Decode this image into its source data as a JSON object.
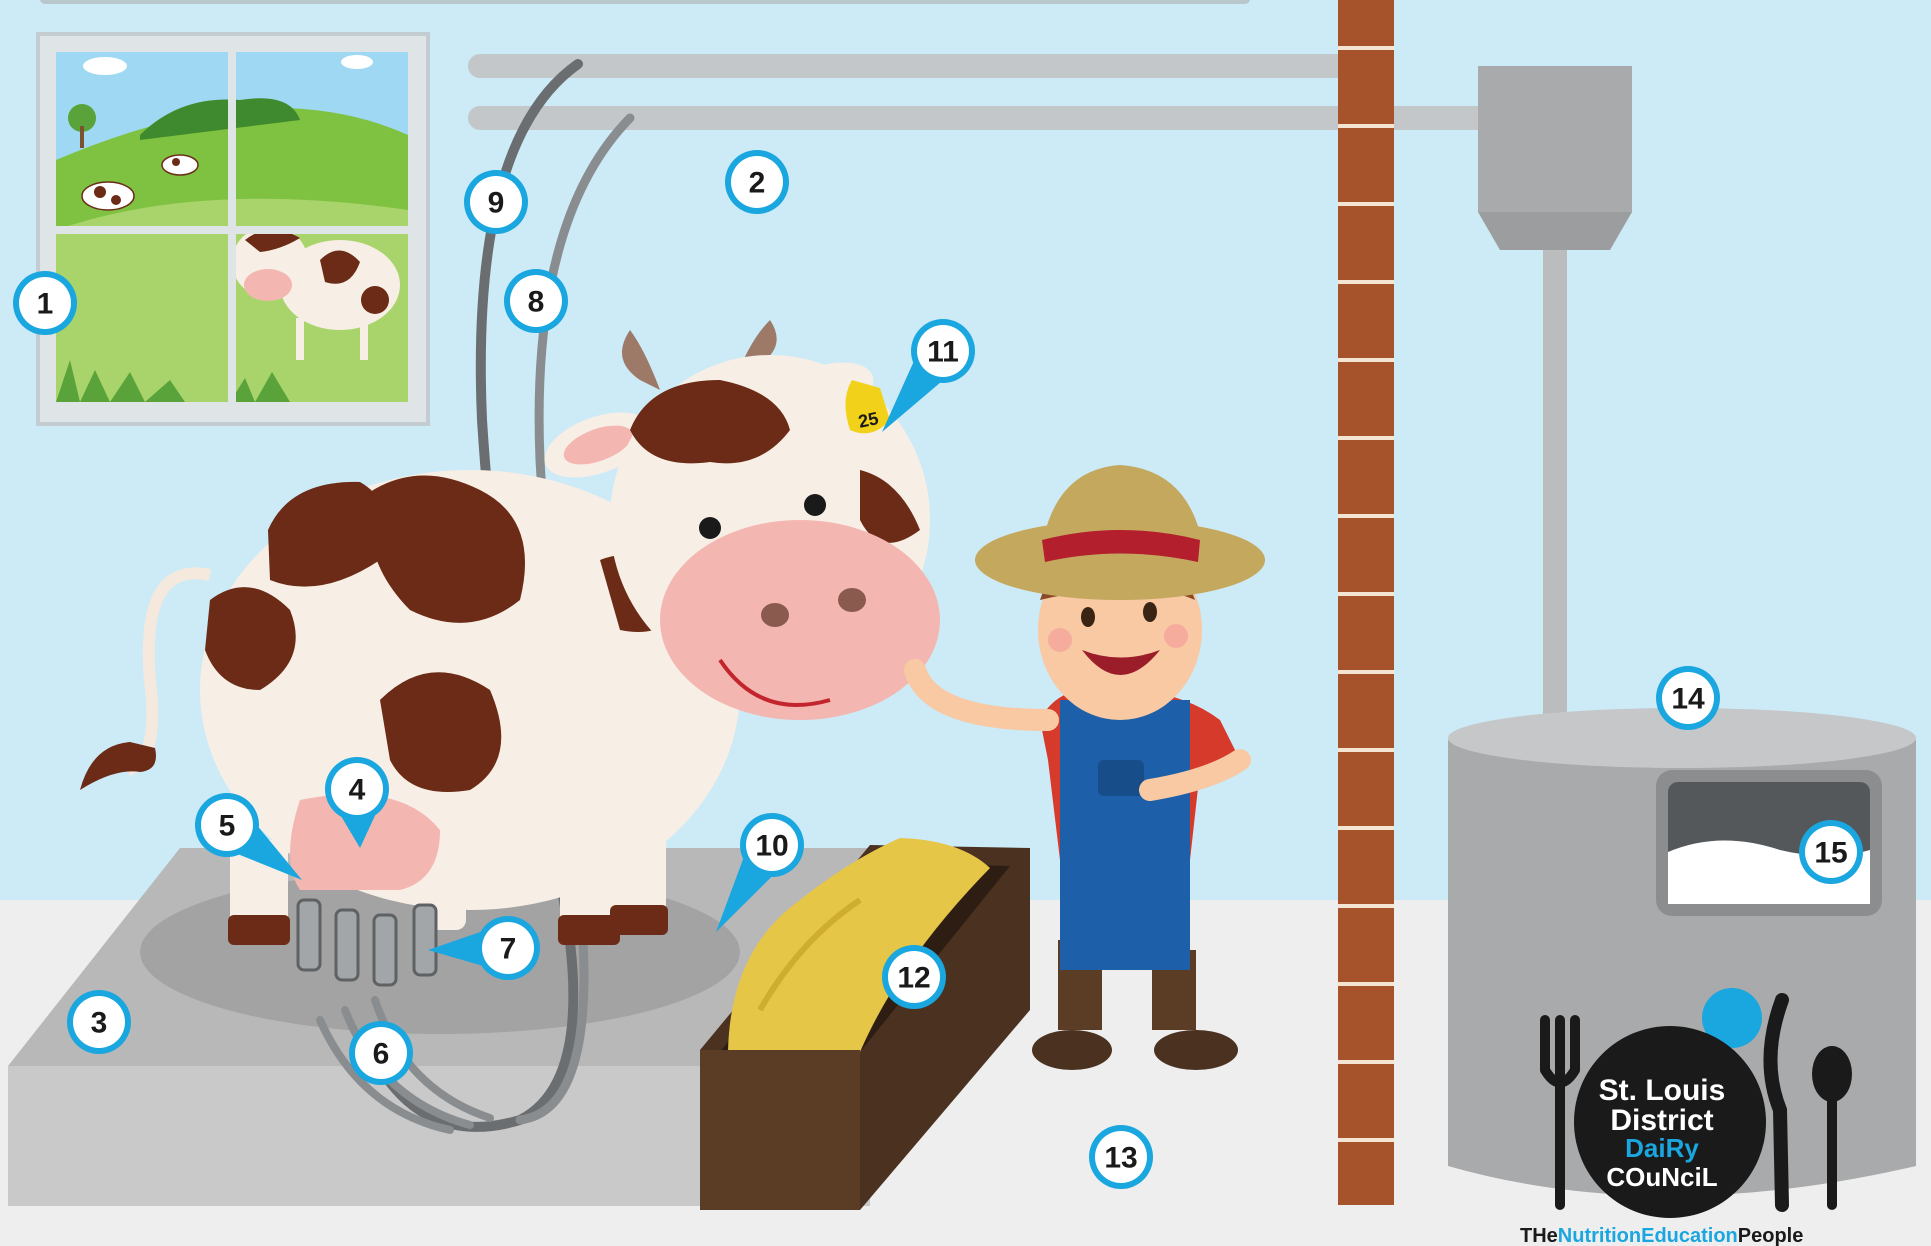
{
  "colors": {
    "marker_blue": "#1aa6df",
    "wall": "#cdeaf7",
    "floor": "#eeeeee",
    "cow_spot": "#6b2b16",
    "brick": "#a6522b",
    "overalls": "#1d5fa8"
  },
  "markers": [
    {
      "label": "1",
      "type": "circle"
    },
    {
      "label": "2",
      "type": "circle"
    },
    {
      "label": "3",
      "type": "circle"
    },
    {
      "label": "4",
      "type": "pin"
    },
    {
      "label": "5",
      "type": "pin"
    },
    {
      "label": "6",
      "type": "circle"
    },
    {
      "label": "7",
      "type": "pin"
    },
    {
      "label": "8",
      "type": "circle"
    },
    {
      "label": "9",
      "type": "circle"
    },
    {
      "label": "10",
      "type": "pin"
    },
    {
      "label": "11",
      "type": "pin"
    },
    {
      "label": "12",
      "type": "circle"
    },
    {
      "label": "13",
      "type": "circle"
    },
    {
      "label": "14",
      "type": "circle"
    },
    {
      "label": "15",
      "type": "circle"
    }
  ],
  "ear_tag": "25",
  "logo": {
    "line1": "St. Louis",
    "line2": "District",
    "line3": "DaiRy",
    "line4": "COuNciL"
  },
  "tagline": {
    "part1": "THe",
    "part2": "NutritionEducation",
    "part3": "People"
  }
}
